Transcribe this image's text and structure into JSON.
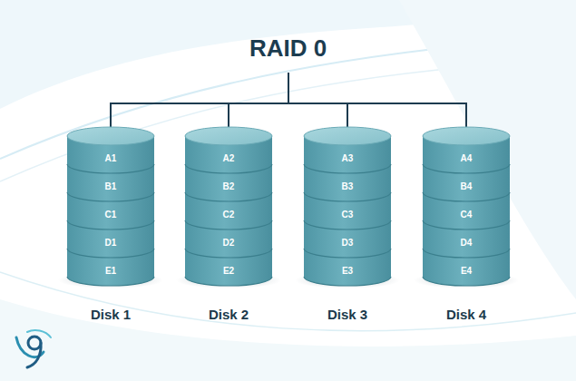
{
  "diagram": {
    "title": "RAID 0",
    "nodes": [
      {
        "text": [
          "Disk 1"
        ]
      },
      {
        "text": [
          "A1"
        ],
        "in": 0
      },
      {
        "text": [
          "B1"
        ],
        "in": 0
      },
      {
        "text": [
          "C1"
        ],
        "in": 0
      },
      {
        "text": [
          "D1"
        ],
        "in": 0
      },
      {
        "text": [
          "E1"
        ],
        "in": 0
      },
      {
        "text": [
          "Disk 2"
        ]
      },
      {
        "text": [
          "A2"
        ],
        "in": 6
      },
      {
        "text": [
          "B2"
        ],
        "in": 6
      },
      {
        "text": [
          "C2"
        ],
        "in": 6
      },
      {
        "text": [
          "D2"
        ],
        "in": 6
      },
      {
        "text": [
          "E2"
        ],
        "in": 6
      },
      {
        "text": [
          "Disk 3"
        ]
      },
      {
        "text": [
          "A3"
        ],
        "in": 12
      },
      {
        "text": [
          "B3"
        ],
        "in": 12
      },
      {
        "text": [
          "C3"
        ],
        "in": 12
      },
      {
        "text": [
          "D3"
        ],
        "in": 12
      },
      {
        "text": [
          "E3"
        ],
        "in": 12
      },
      {
        "text": [
          "Disk 4"
        ]
      },
      {
        "text": [
          "A4"
        ],
        "in": 18
      },
      {
        "text": [
          "B4"
        ],
        "in": 18
      },
      {
        "text": [
          "C4"
        ],
        "in": 18
      },
      {
        "text": [
          "D4"
        ],
        "in": 18
      },
      {
        "text": [
          "E4"
        ],
        "in": 18
      }
    ]
  }
}
